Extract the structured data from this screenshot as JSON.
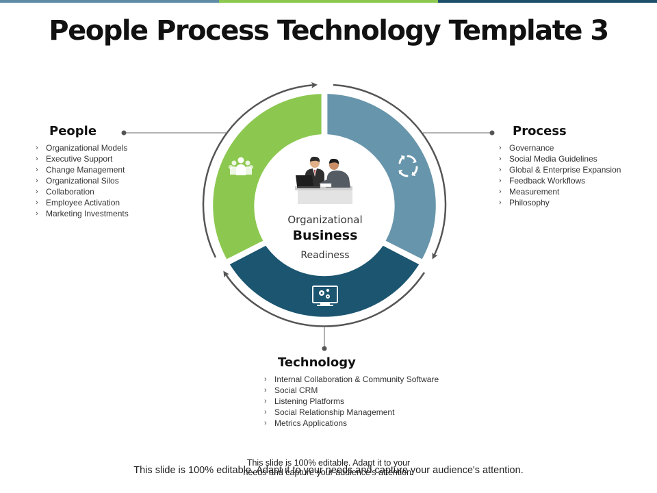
{
  "title": "People Process Technology Template 3",
  "colors": {
    "bar": [
      "#5f8ca5",
      "#8cc850",
      "#1b4f6c"
    ],
    "people": "#8cc850",
    "process": "#6795ab",
    "technology": "#1b5570",
    "ring_arrow": "#555555"
  },
  "center": {
    "line1": "Organizational",
    "line2": "Business",
    "line3": "Readiness",
    "icon": "business-people-icon"
  },
  "people": {
    "heading": "People",
    "icon": "group-icon",
    "items": [
      "Organizational Models",
      "Executive Support",
      "Change Management",
      "Organizational Silos",
      "Collaboration",
      "Employee Activation",
      "Marketing Investments"
    ]
  },
  "process": {
    "heading": "Process",
    "icon": "cycle-arrows-icon",
    "items": [
      "Governance",
      "Social Media Guidelines",
      "Global & Enterprise Expansion",
      "Feedback Workflows",
      "Measurement",
      "Philosophy"
    ]
  },
  "technology": {
    "heading": "Technology",
    "icon": "monitor-gears-icon",
    "items": [
      "Internal Collaboration  & Community Software",
      "Social CRM",
      "Listening Platforms",
      "Social Relationship Management",
      "Metrics Applications"
    ]
  },
  "bullet": "›",
  "footer": {
    "small_line1": "This slide is 100% editable. Adapt it to your",
    "small_line2": "needs and capture your audience's attention.",
    "main": "This slide is 100% editable. Adapt it to your needs and capture your audience's attention."
  }
}
